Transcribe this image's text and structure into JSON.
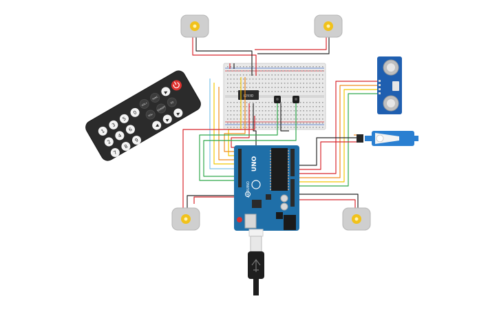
{
  "colors": {
    "wire_red": "#d8262c",
    "wire_black": "#262626",
    "wire_yellow": "#f2c800",
    "wire_orange": "#f08c1e",
    "wire_green": "#2da84a",
    "wire_blue": "#7dc3e8",
    "arduino_blue": "#1f6fa8",
    "servo_blue": "#2a7fd1",
    "remote_body": "#2b2b2b",
    "power_button": "#e0322f"
  },
  "remote": {
    "buttons": [
      "1",
      "2",
      "3",
      "4",
      "5",
      "6",
      "7",
      "8",
      "9",
      "0"
    ],
    "fn_labels": [
      "VOL+",
      "VOL-",
      "FUNC",
      "ST/REPT",
      "EQ"
    ],
    "power_icon": "power-icon"
  },
  "breadboard": {
    "chip_label": "L293D"
  },
  "arduino": {
    "logo_text": "UNO",
    "brand_text": "ARDUINO"
  },
  "motors": [
    "top-left-motor",
    "top-right-motor",
    "bottom-left-motor",
    "bottom-right-motor"
  ],
  "icons": [
    "usb-cable-icon",
    "power-icon",
    "servo-icon",
    "ultrasonic-sensor-icon"
  ]
}
